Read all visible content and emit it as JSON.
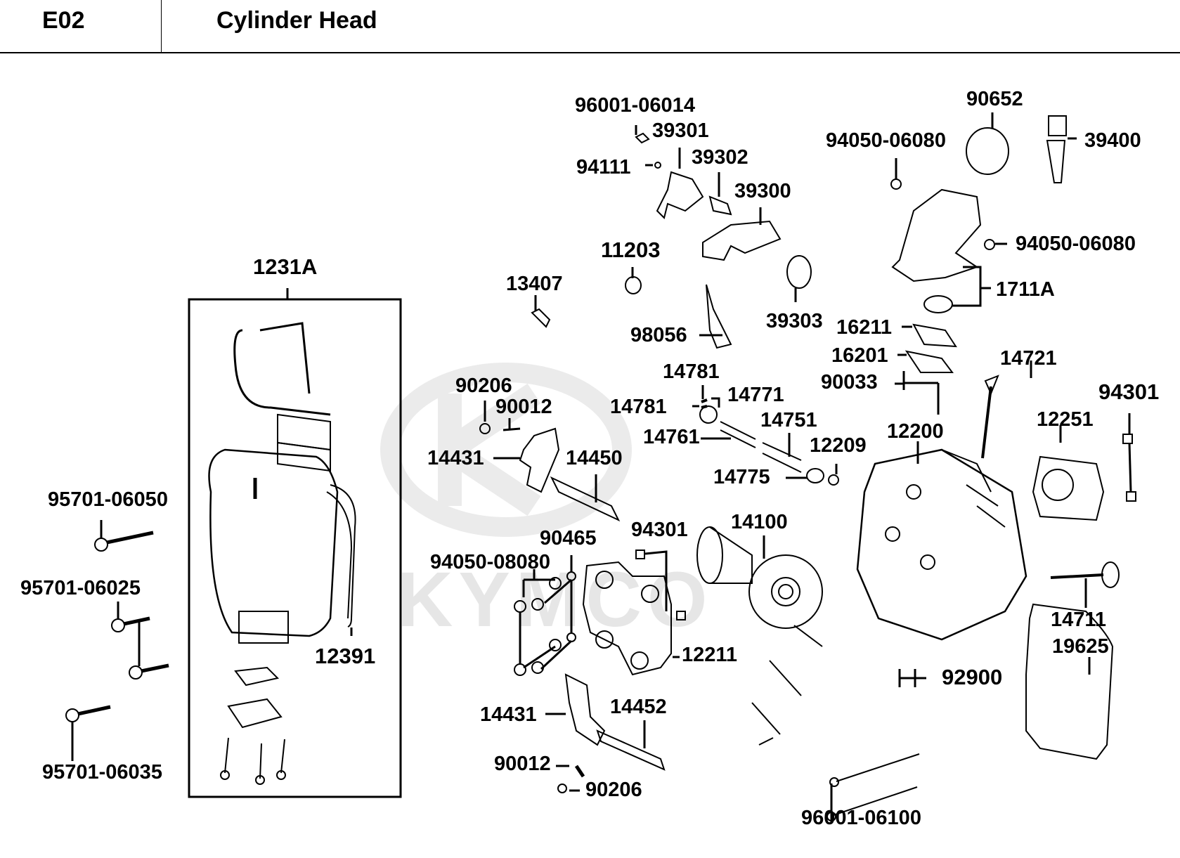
{
  "header": {
    "code": "E02",
    "title": "Cylinder Head"
  },
  "watermark": "KYMCO",
  "parts": {
    "p96001_06014": "96001-06014",
    "p39301": "39301",
    "p94111": "94111",
    "p39302": "39302",
    "p39300": "39300",
    "p11203": "11203",
    "p13407": "13407",
    "p98056": "98056",
    "p39303": "39303",
    "p90652": "90652",
    "p94050_06080_a": "94050-06080",
    "p39400": "39400",
    "p94050_06080_b": "94050-06080",
    "p1711A": "1711A",
    "p16211": "16211",
    "p16201": "16201",
    "p90033": "90033",
    "p14721": "14721",
    "p94301_a": "94301",
    "p12251": "12251",
    "p12200": "12200",
    "p1231A": "1231A",
    "p95701_06050": "95701-06050",
    "p95701_06025": "95701-06025",
    "p95701_06035": "95701-06035",
    "p12391": "12391",
    "p90206_a": "90206",
    "p90012_a": "90012",
    "p14431_a": "14431",
    "p14450": "14450",
    "p14781_a": "14781",
    "p14781_b": "14781",
    "p14771": "14771",
    "p14751": "14751",
    "p14761": "14761",
    "p12209": "12209",
    "p14775": "14775",
    "p94301_b": "94301",
    "p90465": "90465",
    "p94050_08080": "94050-08080",
    "p14100": "14100",
    "p12211": "12211",
    "p14711": "14711",
    "p19625": "19625",
    "p92900": "92900",
    "p14431_b": "14431",
    "p14452": "14452",
    "p90012_b": "90012",
    "p90206_b": "90206",
    "p96001_06100": "96001-06100"
  }
}
